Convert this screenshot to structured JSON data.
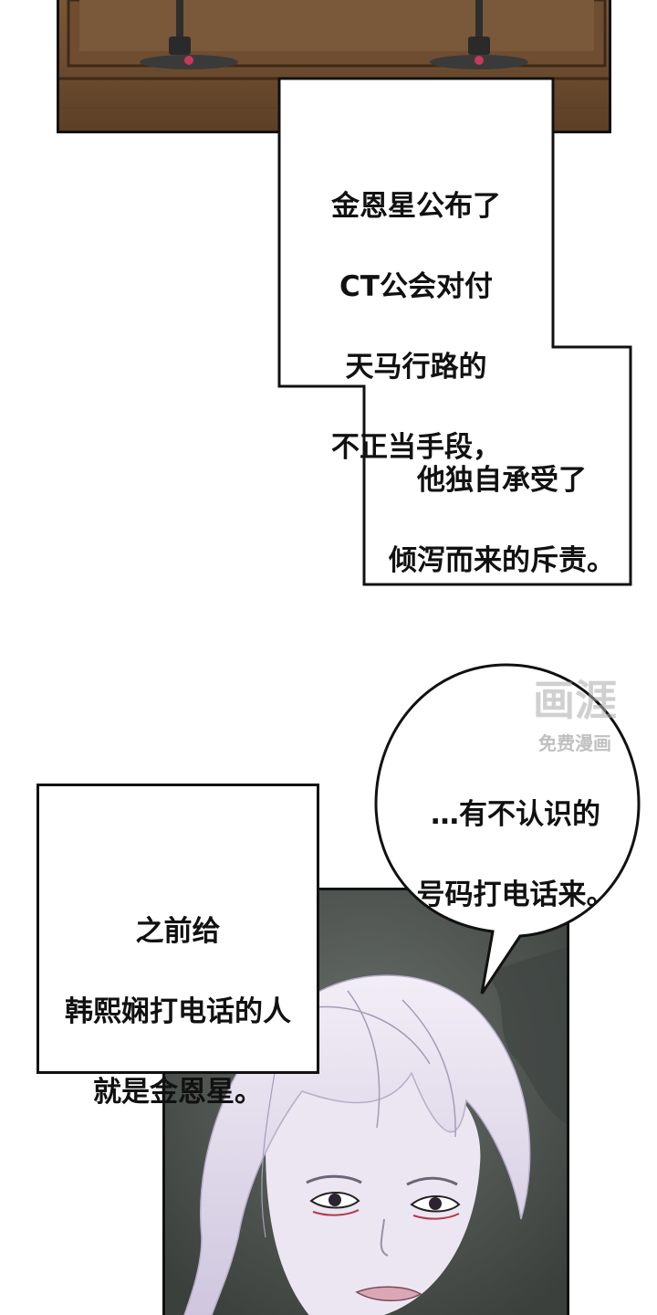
{
  "captions": {
    "caption1": [
      "金恩星公布了",
      "CT公会对付",
      "天马行路的",
      "不正当手段，"
    ],
    "caption2": [
      "他独自承受了",
      "倾泻而来的斥责。"
    ],
    "caption3": [
      "之前给",
      "韩熙娴打电话的人",
      "就是金恩星。"
    ]
  },
  "speech_bubble": {
    "lines": [
      "…有不认识的",
      "号码打电话来。"
    ]
  },
  "watermark": {
    "logo": "画涯",
    "subtitle": "免费漫画"
  },
  "colors": {
    "table_wood": "#6b4a2e",
    "table_wood_dark": "#4a3220",
    "stand_metal": "#3a3a3a",
    "hair": "#e8e2f0",
    "bg_dark": "#4b504d"
  }
}
